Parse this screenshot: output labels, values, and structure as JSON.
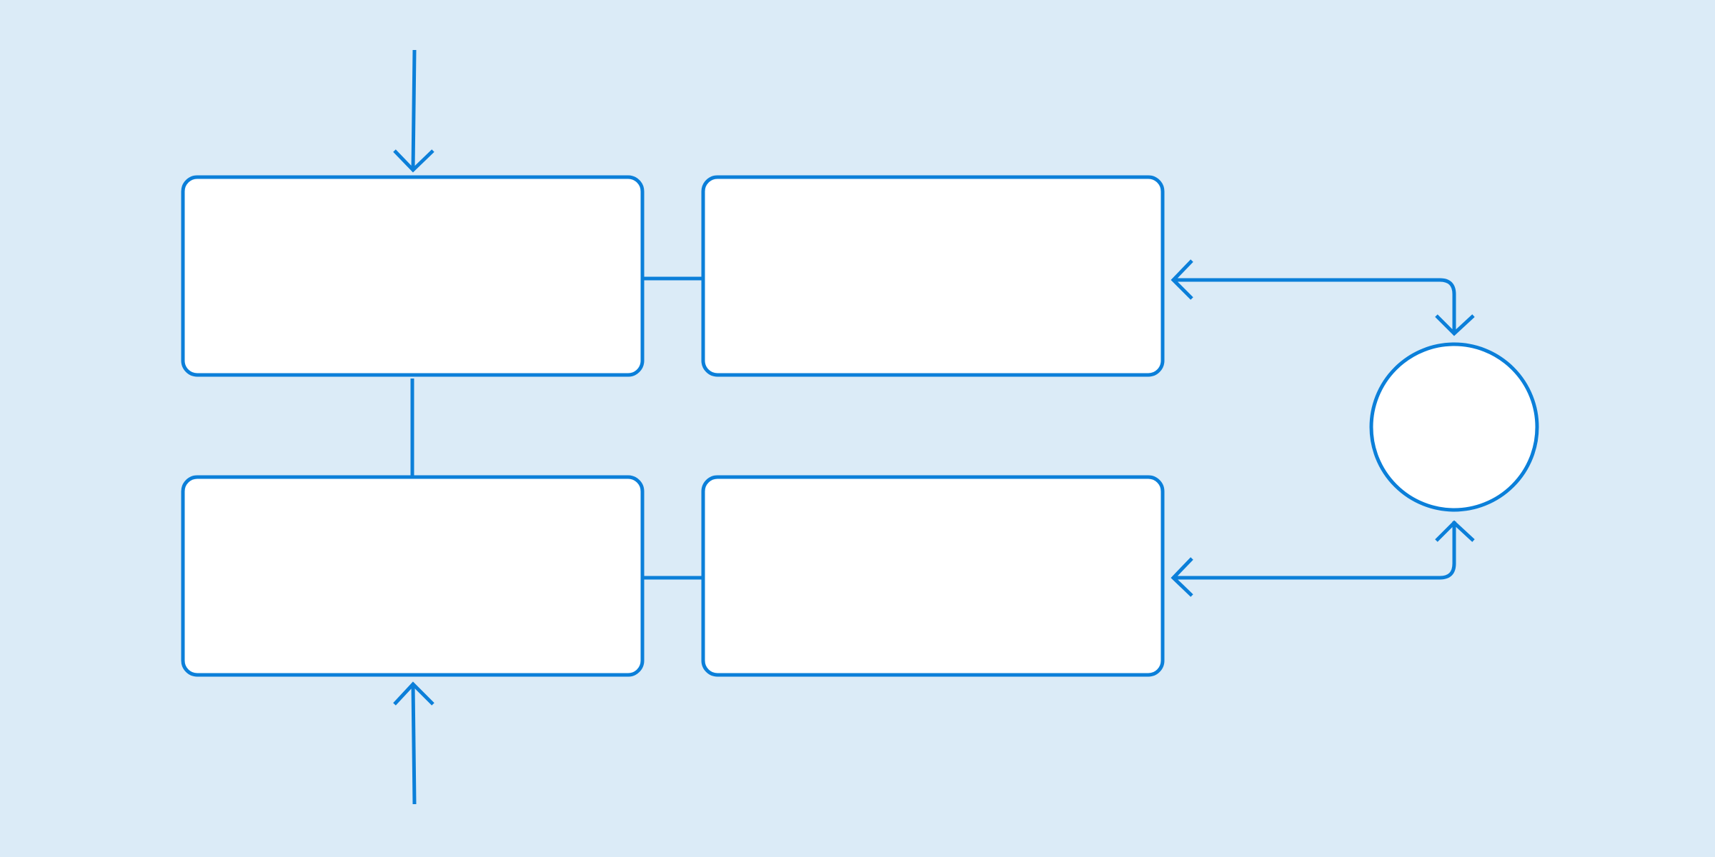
{
  "diagram": {
    "colors": {
      "background": "#dbebf7",
      "stroke": "#0b7fd9",
      "node_fill": "#ffffff"
    },
    "nodes": [
      {
        "id": "box-top-left",
        "shape": "rounded-rect",
        "label": ""
      },
      {
        "id": "box-top-right",
        "shape": "rounded-rect",
        "label": ""
      },
      {
        "id": "box-bottom-left",
        "shape": "rounded-rect",
        "label": ""
      },
      {
        "id": "box-bottom-right",
        "shape": "rounded-rect",
        "label": ""
      },
      {
        "id": "circle-right",
        "shape": "circle",
        "label": ""
      }
    ],
    "edges": [
      {
        "id": "arrow-into-top-left",
        "from": "",
        "to": "box-top-left",
        "arrowhead": true
      },
      {
        "id": "connector-top-left-to-top-right",
        "from": "box-top-left",
        "to": "box-top-right",
        "arrowhead": false
      },
      {
        "id": "connector-top-left-to-bottom-left",
        "from": "box-top-left",
        "to": "box-bottom-left",
        "arrowhead": false
      },
      {
        "id": "connector-bottom-left-to-bottom-right",
        "from": "box-bottom-left",
        "to": "box-bottom-right",
        "arrowhead": false
      },
      {
        "id": "arrow-into-bottom-left",
        "from": "",
        "to": "box-bottom-left",
        "arrowhead": true
      },
      {
        "id": "arrow-circle-to-top-right",
        "from": "circle-right",
        "to": "box-top-right",
        "arrowhead": true
      },
      {
        "id": "arrow-circle-to-bottom-right",
        "from": "circle-right",
        "to": "box-bottom-right",
        "arrowhead": true
      }
    ]
  }
}
